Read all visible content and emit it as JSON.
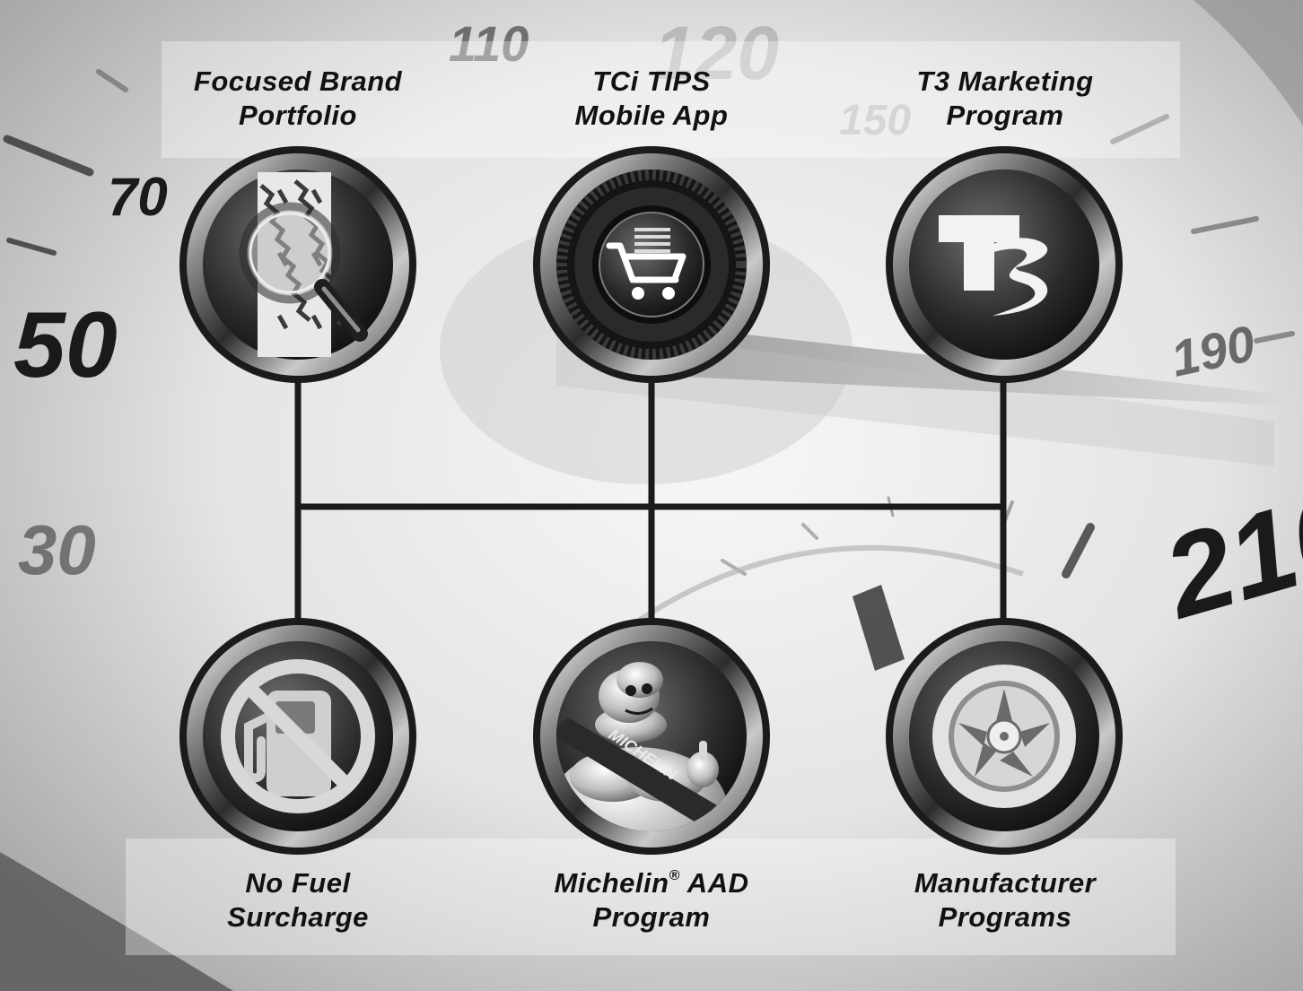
{
  "top_row": [
    {
      "line1": "Focused Brand",
      "line2": "Portfolio",
      "icon": "tire-magnifier-icon"
    },
    {
      "line1": "TCi TIPS",
      "line2": "Mobile App",
      "icon": "shopping-cart-tire-icon"
    },
    {
      "line1": "T3 Marketing",
      "line2": "Program",
      "icon": "t3-logo-icon"
    }
  ],
  "bottom_row": [
    {
      "line1": "No Fuel",
      "line2": "Surcharge",
      "icon": "no-fuel-pump-icon"
    },
    {
      "line1": "Michelin",
      "trademark": "®",
      "line1_after": " AAD",
      "line2": "Program",
      "icon": "michelin-man-icon"
    },
    {
      "line1": "Manufacturer",
      "line2": "Programs",
      "icon": "wheel-rim-icon"
    }
  ],
  "gauge_numbers": [
    "70",
    "50",
    "30",
    "110",
    "120",
    "150",
    "190",
    "210"
  ],
  "colors": {
    "line": "#1a1a1a",
    "text": "#111111",
    "chrome": "#9a9a9a"
  }
}
